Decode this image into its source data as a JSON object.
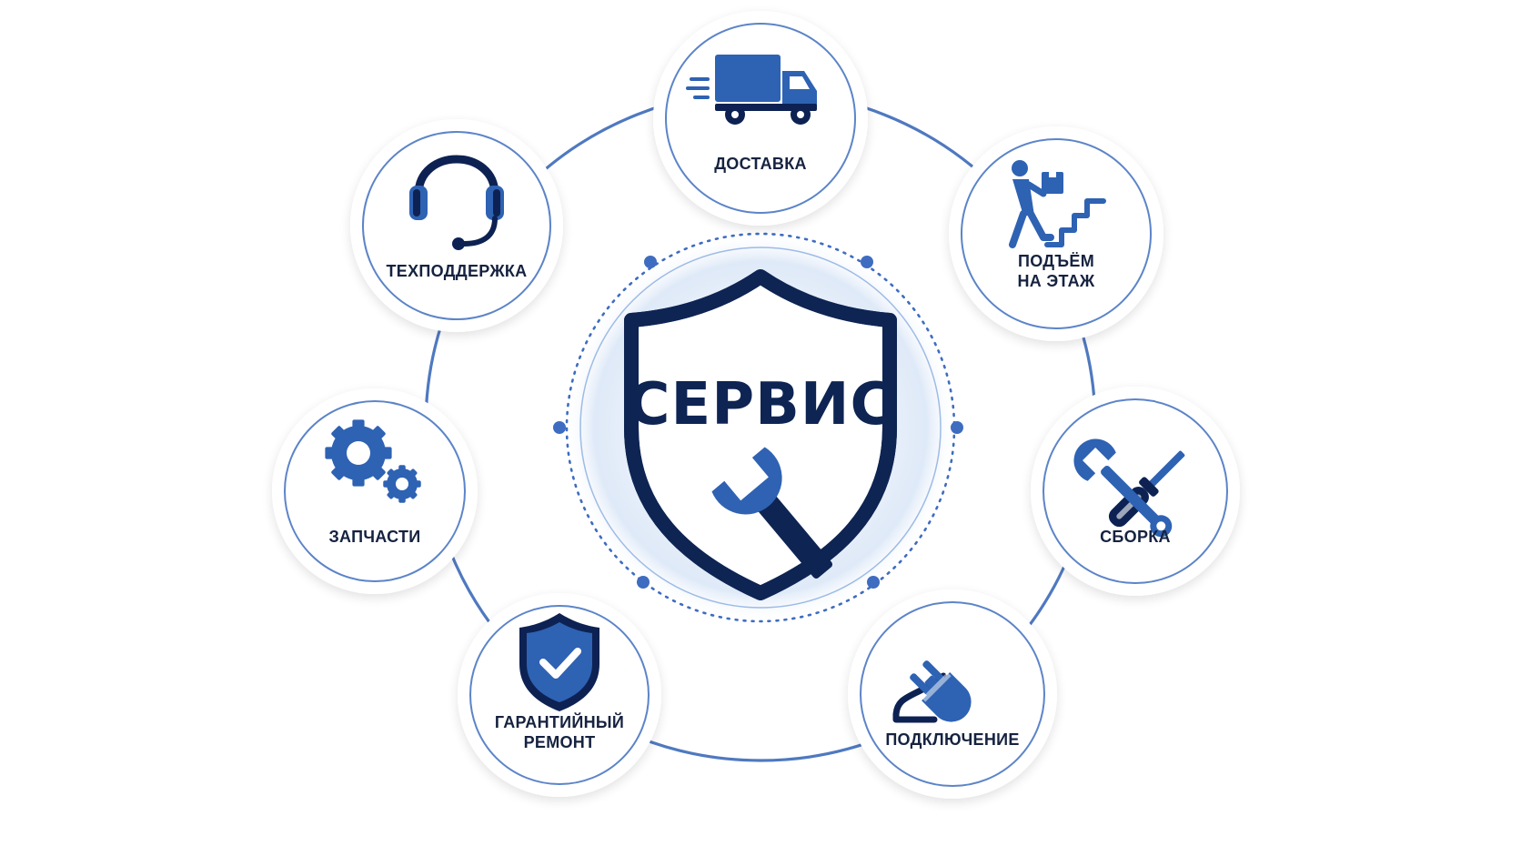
{
  "center": {
    "title": "СЕРВИС",
    "icon": "shield-wrench-icon"
  },
  "services": [
    {
      "id": "delivery",
      "label_lines": [
        "ДОСТАВКА"
      ],
      "icon": "truck-icon"
    },
    {
      "id": "lifting",
      "label_lines": [
        "ПОДЪЁМ",
        "НА ЭТАЖ"
      ],
      "icon": "person-carrying-box-stairs-icon"
    },
    {
      "id": "assembly",
      "label_lines": [
        "СБОРКА"
      ],
      "icon": "screwdriver-wrench-icon"
    },
    {
      "id": "connection",
      "label_lines": [
        "ПОДКЛЮЧЕНИЕ"
      ],
      "icon": "plug-icon"
    },
    {
      "id": "warranty",
      "label_lines": [
        "ГАРАНТИЙНЫЙ",
        "РЕМОНТ"
      ],
      "icon": "shield-check-icon"
    },
    {
      "id": "parts",
      "label_lines": [
        "ЗАПЧАСТИ"
      ],
      "icon": "gears-icon"
    },
    {
      "id": "support",
      "label_lines": [
        "ТЕХПОДДЕРЖКА"
      ],
      "icon": "headset-icon"
    }
  ],
  "colors": {
    "primary_blue": "#2f62b3",
    "dark_navy": "#0e2453",
    "ring_stroke": "#5b84c8",
    "label_text": "#14233f",
    "glow": "#dde9f8"
  }
}
